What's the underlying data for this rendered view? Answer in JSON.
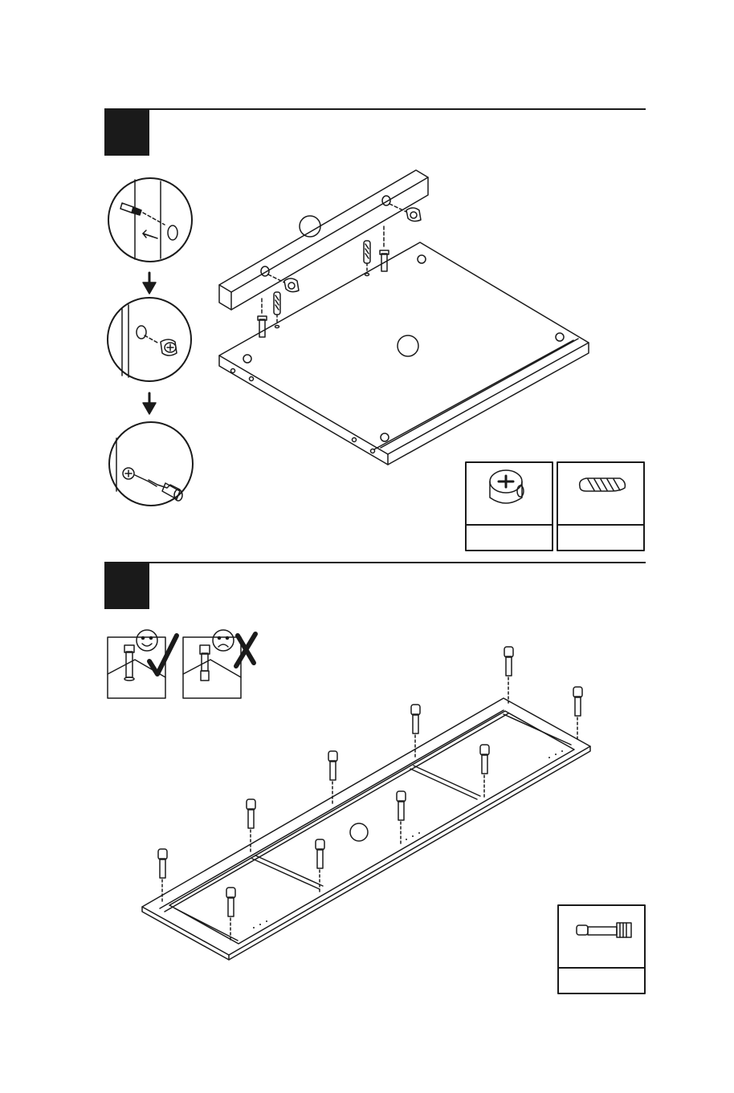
{
  "steps": [
    {
      "number": "",
      "detail_circles": [
        "insert-dowel",
        "insert-cam-lock",
        "tighten-with-screwdriver"
      ],
      "part_callouts": [
        "",
        ""
      ],
      "components": [
        {
          "name": "cam-lock",
          "qty_label": ""
        },
        {
          "name": "wooden-dowel",
          "qty_label": ""
        }
      ]
    },
    {
      "number": "",
      "panel_callout": "",
      "correct_label": "",
      "incorrect_label": "",
      "components": [
        {
          "name": "cam-bolt",
          "qty_label": ""
        }
      ]
    }
  ],
  "colors": {
    "ink": "#1a1a1a",
    "paper": "#ffffff"
  }
}
